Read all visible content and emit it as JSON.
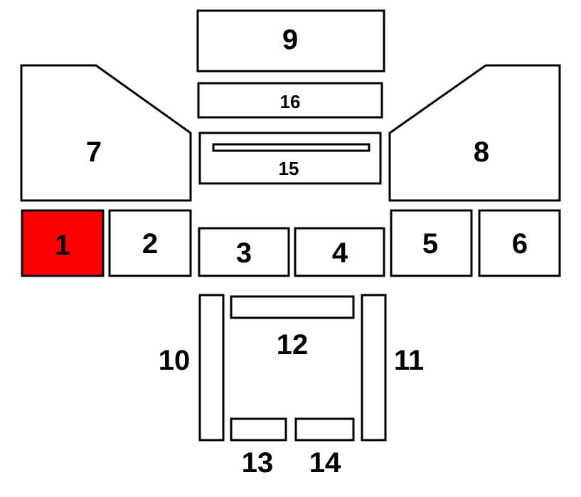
{
  "colors": {
    "highlight": "#ff0000",
    "default_fill": "#ffffff",
    "stroke": "#000000"
  },
  "highlighted": "1",
  "parts": [
    {
      "id": "1"
    },
    {
      "id": "2"
    },
    {
      "id": "3"
    },
    {
      "id": "4"
    },
    {
      "id": "5"
    },
    {
      "id": "6"
    },
    {
      "id": "7"
    },
    {
      "id": "8"
    },
    {
      "id": "9"
    },
    {
      "id": "10"
    },
    {
      "id": "11"
    },
    {
      "id": "12"
    },
    {
      "id": "13"
    },
    {
      "id": "14"
    },
    {
      "id": "15"
    },
    {
      "id": "16"
    }
  ]
}
